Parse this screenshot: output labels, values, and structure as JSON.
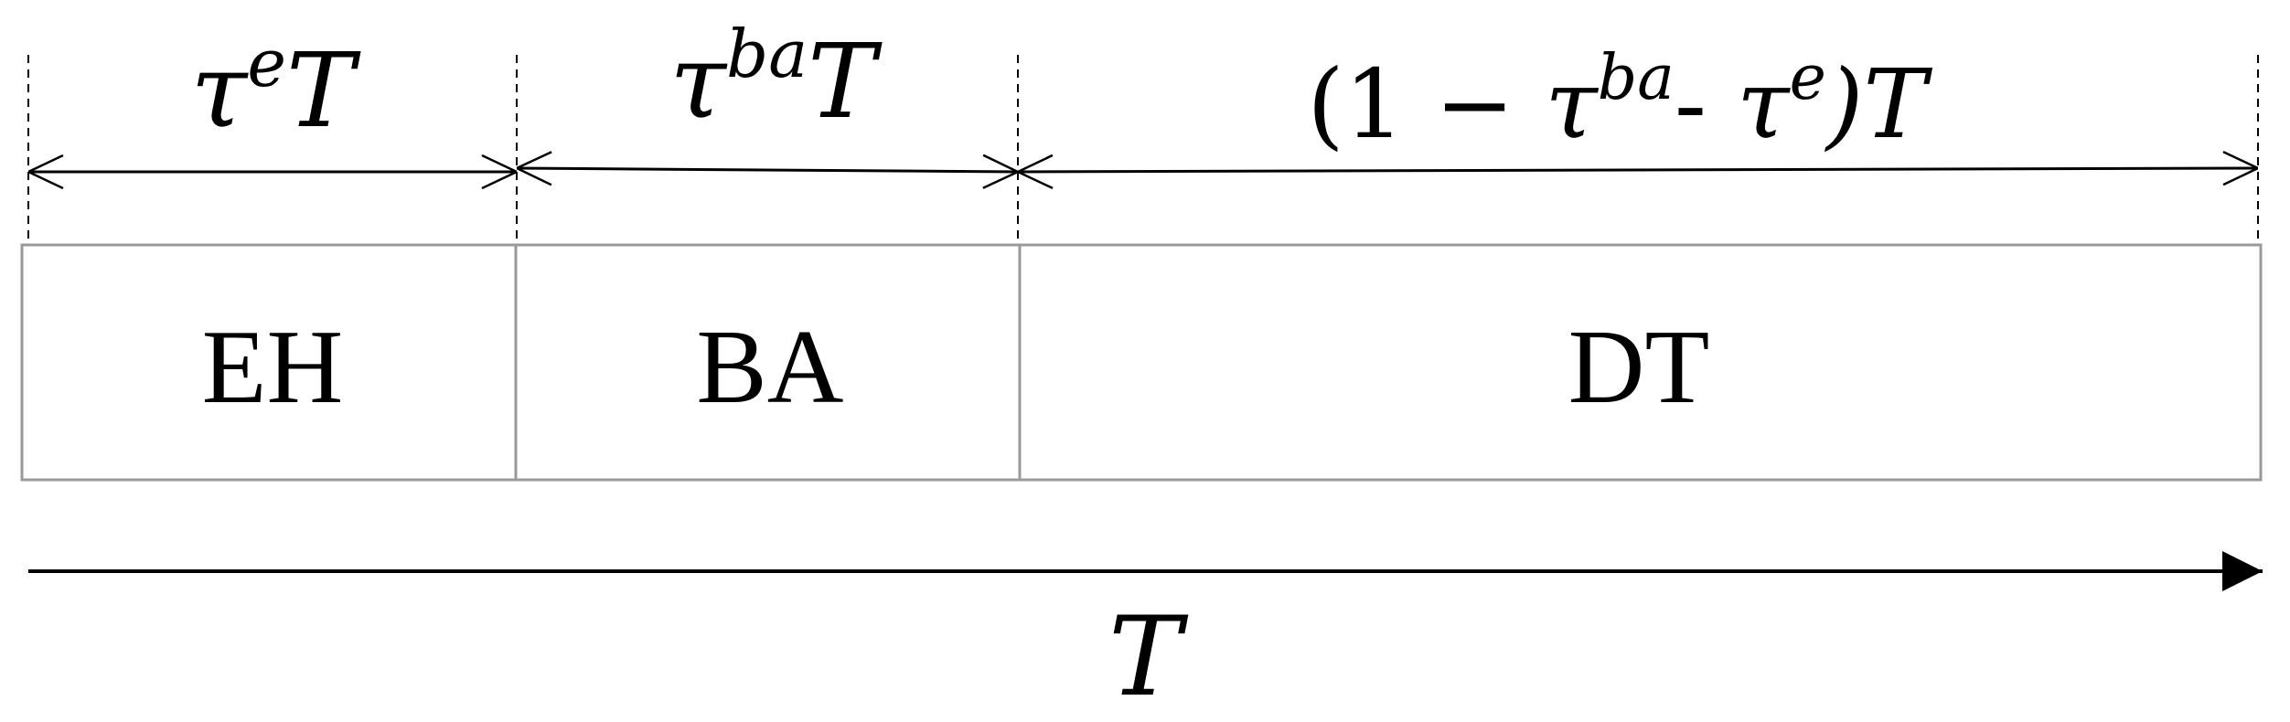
{
  "segments": [
    {
      "id": "eh",
      "label": "EH",
      "duration": {
        "base": "τ",
        "sup": "e",
        "tail": "T"
      }
    },
    {
      "id": "ba",
      "label": "BA",
      "duration": {
        "base": "τ",
        "sup": "ba",
        "tail": "T"
      }
    },
    {
      "id": "dt",
      "label": "DT",
      "duration": {
        "open": "(1 − ",
        "base1": "τ",
        "sup1": "ba",
        "mid": "- ",
        "base2": "τ",
        "sup2": "e",
        "close": ")T"
      }
    }
  ],
  "timeline": {
    "label": "T"
  }
}
